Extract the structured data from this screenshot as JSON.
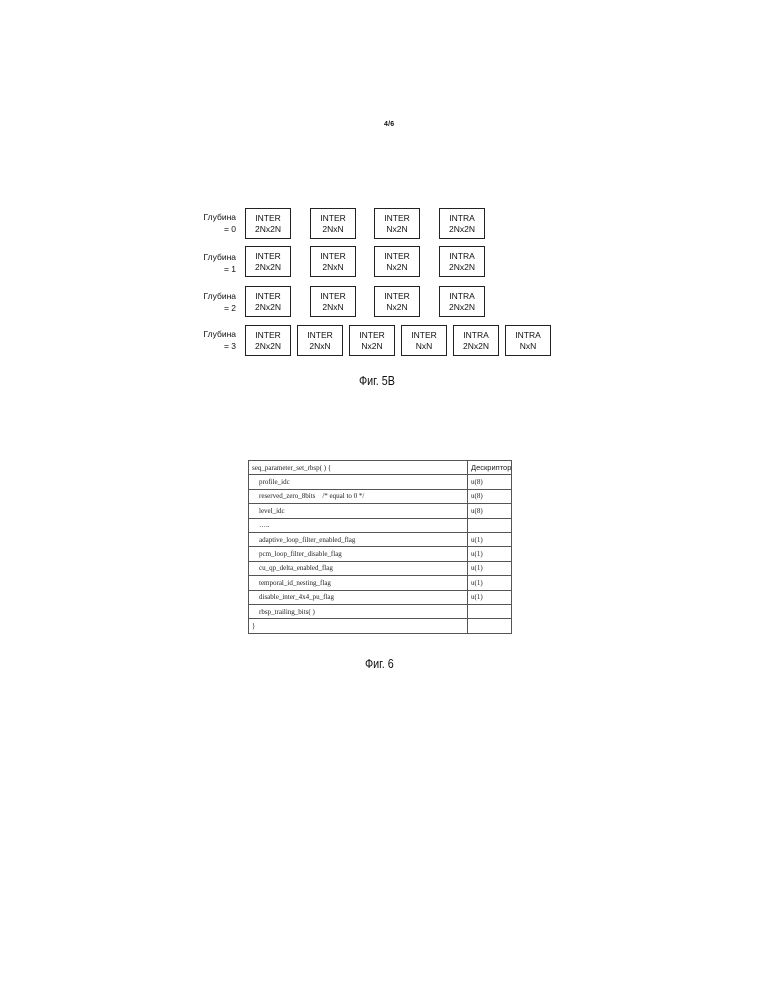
{
  "page_number": "4/6",
  "fig5b": {
    "caption": "Фиг. 5B",
    "rows": [
      {
        "depth_line1": "Глубина",
        "depth_line2": "= 0",
        "modes": [
          {
            "l1": "INTER",
            "l2": "2Nx2N"
          },
          {
            "l1": "INTER",
            "l2": "2NxN"
          },
          {
            "l1": "INTER",
            "l2": "Nx2N"
          },
          {
            "l1": "INTRA",
            "l2": "2Nx2N"
          }
        ]
      },
      {
        "depth_line1": "Глубина",
        "depth_line2": "= 1",
        "modes": [
          {
            "l1": "INTER",
            "l2": "2Nx2N"
          },
          {
            "l1": "INTER",
            "l2": "2NxN"
          },
          {
            "l1": "INTER",
            "l2": "Nx2N"
          },
          {
            "l1": "INTRA",
            "l2": "2Nx2N"
          }
        ]
      },
      {
        "depth_line1": "Глубина",
        "depth_line2": "= 2",
        "modes": [
          {
            "l1": "INTER",
            "l2": "2Nx2N"
          },
          {
            "l1": "INTER",
            "l2": "2NxN"
          },
          {
            "l1": "INTER",
            "l2": "Nx2N"
          },
          {
            "l1": "INTRA",
            "l2": "2Nx2N"
          }
        ]
      },
      {
        "depth_line1": "Глубина",
        "depth_line2": "= 3",
        "modes": [
          {
            "l1": "INTER",
            "l2": "2Nx2N"
          },
          {
            "l1": "INTER",
            "l2": "2NxN"
          },
          {
            "l1": "INTER",
            "l2": "Nx2N"
          },
          {
            "l1": "INTER",
            "l2": "NxN"
          },
          {
            "l1": "INTRA",
            "l2": "2Nx2N"
          },
          {
            "l1": "INTRA",
            "l2": "NxN"
          }
        ]
      }
    ]
  },
  "fig6": {
    "caption": "Фиг. 6",
    "header": {
      "syntax": "seq_parameter_set_rbsp( ) {",
      "descriptor": "Дескриптор"
    },
    "rows": [
      {
        "syntax": "profile_idc",
        "descriptor": "u(8)"
      },
      {
        "syntax": "reserved_zero_8bits    /* equal to 0 */",
        "descriptor": "u(8)"
      },
      {
        "syntax": "level_idc",
        "descriptor": "u(8)"
      },
      {
        "syntax": "…..",
        "descriptor": ""
      },
      {
        "syntax": "adaptive_loop_filter_enabled_flag",
        "descriptor": "u(1)"
      },
      {
        "syntax": "pcm_loop_filter_disable_flag",
        "descriptor": "u(1)"
      },
      {
        "syntax": "cu_qp_delta_enabled_flag",
        "descriptor": "u(1)"
      },
      {
        "syntax": "temporal_id_nesting_flag",
        "descriptor": "u(1)"
      },
      {
        "syntax": "disable_inter_4x4_pu_flag",
        "descriptor": "u(1)"
      },
      {
        "syntax": "rbsp_trailing_bits( )",
        "descriptor": ""
      }
    ],
    "closing": {
      "syntax": "}",
      "descriptor": ""
    }
  }
}
